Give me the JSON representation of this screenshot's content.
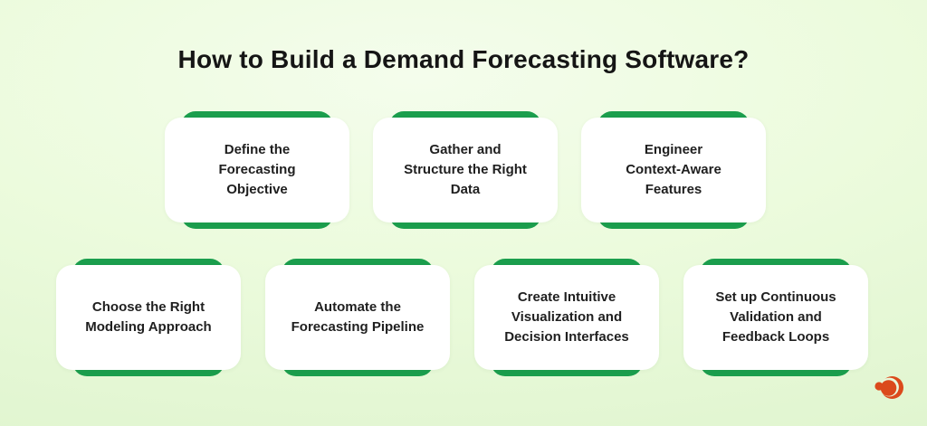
{
  "page": {
    "title": "How to Build a Demand Forecasting Software?"
  },
  "cards": [
    {
      "label": "Define the\nForecasting\nObjective"
    },
    {
      "label": "Gather and\nStructure the Right\nData"
    },
    {
      "label": "Engineer\nContext-Aware\nFeatures"
    },
    {
      "label": "Choose the Right\nModeling Approach"
    },
    {
      "label": "Automate the\nForecasting Pipeline"
    },
    {
      "label": "Create Intuitive\nVisualization and\nDecision Interfaces"
    },
    {
      "label": "Set up Continuous\nValidation and\nFeedback Loops"
    }
  ],
  "logo": {
    "name": "orange-crescent-logo"
  },
  "colors": {
    "accent_green": "#1B9E4D",
    "card_background": "#FFFFFF",
    "text": "#1F1F1F",
    "title_text": "#151515",
    "logo_orange": "#DB4A1C",
    "background_light": "#F4FDEC",
    "background_dark": "#DDF3CC"
  }
}
